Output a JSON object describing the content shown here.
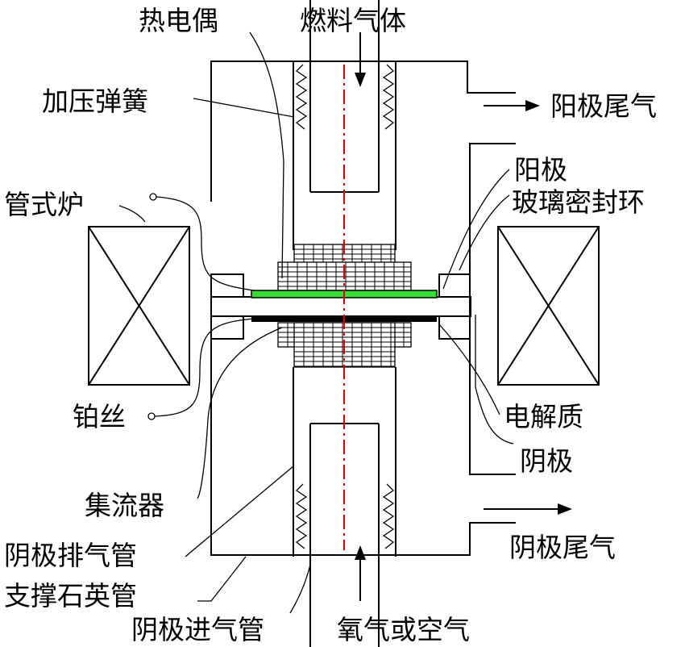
{
  "labels": {
    "thermocouple": "热电偶",
    "fuel_gas": "燃料气体",
    "pressure_spring": "加压弹簧",
    "anode_exhaust": "阳极尾气",
    "anode": "阳极",
    "glass_seal_ring": "玻璃密封环",
    "tube_furnace": "管式炉",
    "electrolyte": "电解质",
    "platinum_wire": "铂丝",
    "cathode": "阴极",
    "current_collector": "集流器",
    "cathode_exhaust": "阴极尾气",
    "cathode_exhaust_tube": "阴极排气管",
    "support_quartz_tube": "支撑石英管",
    "cathode_inlet_tube": "阴极进气管",
    "oxygen_or_air": "氧气或空气"
  },
  "colors": {
    "line": "#000000",
    "centerline": "#e00000",
    "anode_layer": "#33dd33",
    "cathode_layer": "#000000"
  }
}
